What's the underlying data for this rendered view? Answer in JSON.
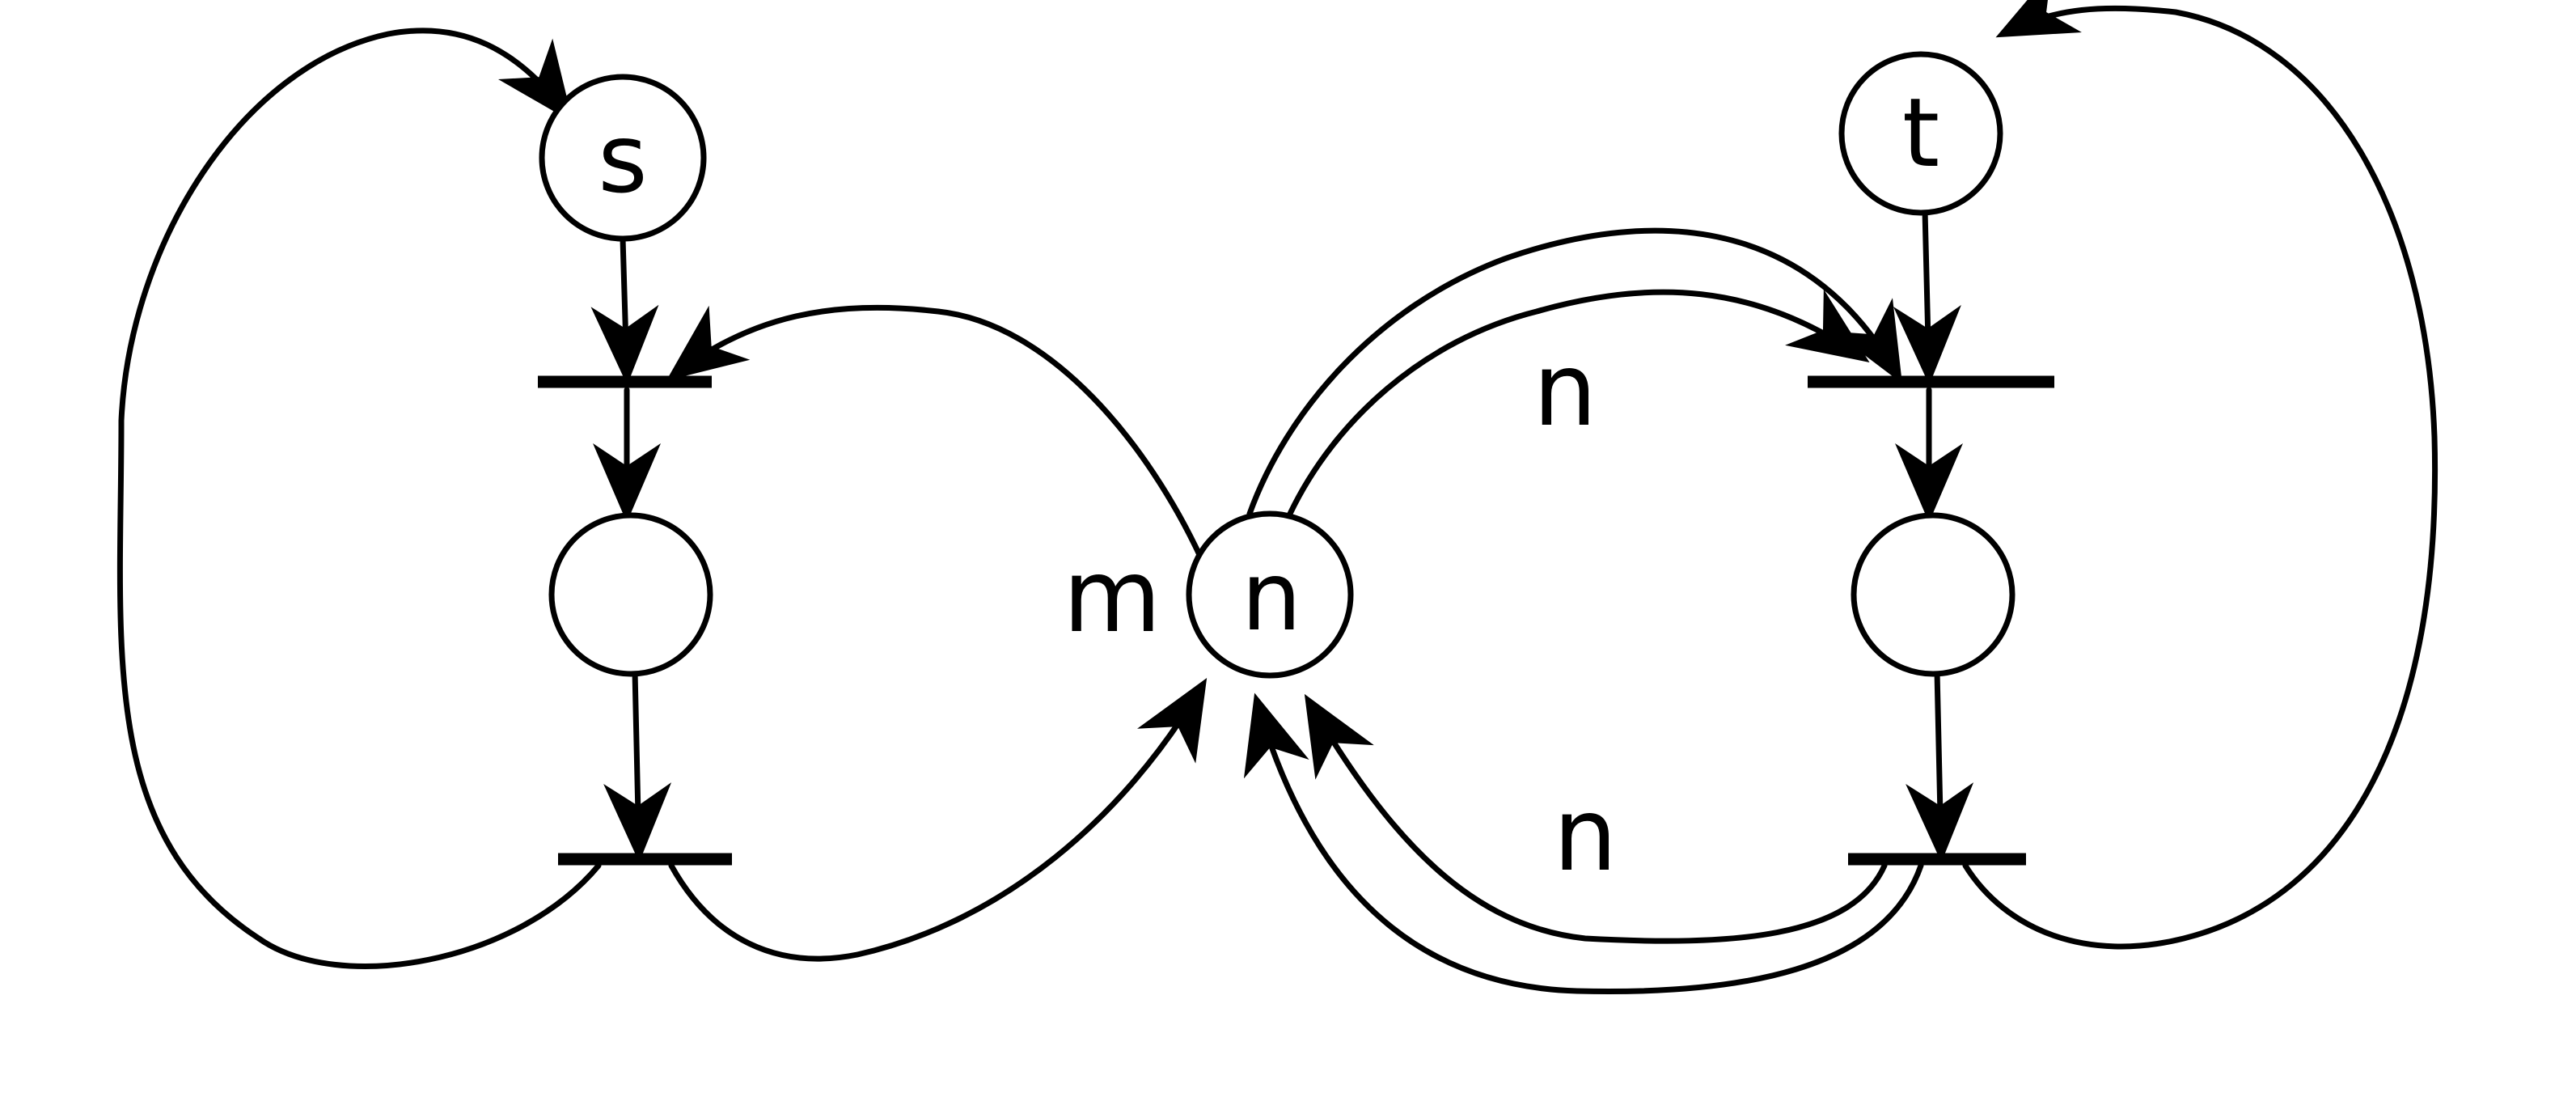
{
  "places": {
    "s": "s",
    "t": "t",
    "center": "n"
  },
  "arc_labels": {
    "m": "m",
    "n_top": "n",
    "n_bottom": "n"
  }
}
